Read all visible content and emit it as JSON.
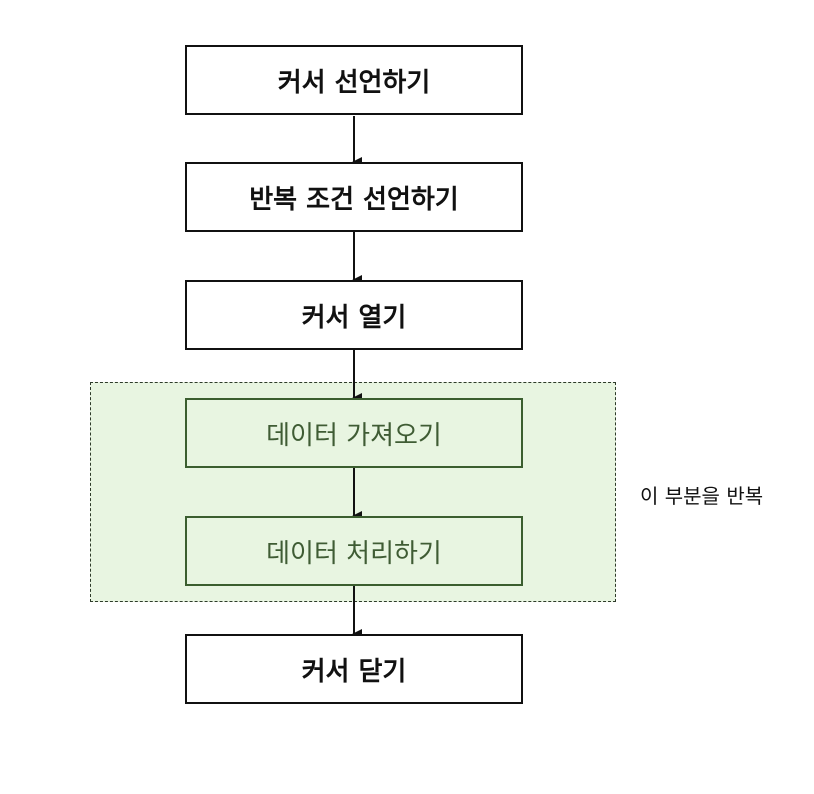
{
  "steps": [
    {
      "label": "커서 선언하기"
    },
    {
      "label": "반복 조건 선언하기"
    },
    {
      "label": "커서 열기"
    },
    {
      "label": "데이터 가져오기"
    },
    {
      "label": "데이터 처리하기"
    },
    {
      "label": "커서 닫기"
    }
  ],
  "loop": {
    "label": "이 부분을 반복"
  },
  "colors": {
    "loop_fill": "#e8f5e1",
    "loop_text": "#3f5c34",
    "loop_border": "#3b5e2f",
    "box_border": "#111111"
  }
}
